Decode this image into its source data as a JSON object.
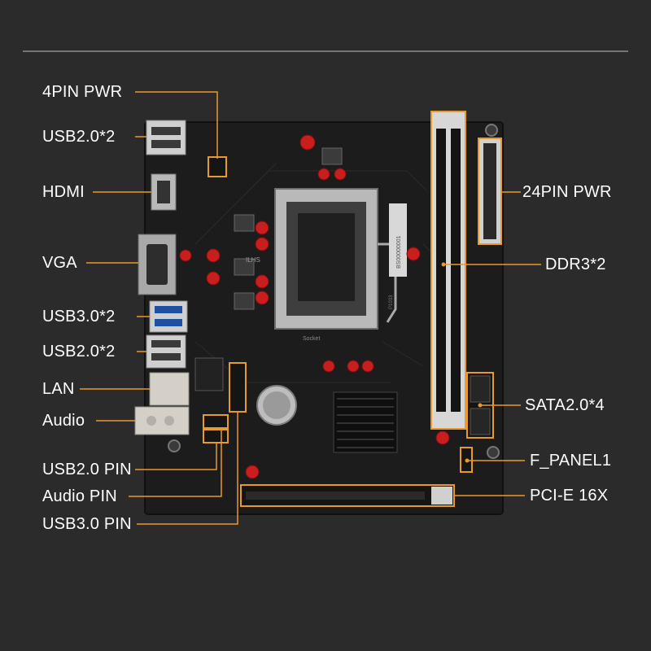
{
  "labels": {
    "pwr4": "4PIN PWR",
    "usb2_top": "USB2.0*2",
    "hdmi": "HDMI",
    "vga": "VGA",
    "usb3": "USB3.0*2",
    "usb2_mid": "USB2.0*2",
    "lan": "LAN",
    "audio": "Audio",
    "usb2_pin": "USB2.0 PIN",
    "audio_pin": "Audio PIN",
    "usb3_pin": "USB3.0  PIN",
    "pwr24": "24PIN PWR",
    "ddr3": "DDR3*2",
    "sata": "SATA2.0*4",
    "fpanel": "F_PANEL1",
    "pcie": "PCI-E  16X"
  },
  "board": {
    "cpu_socket_text": "Socket",
    "chip_text": "ILHS",
    "sticker_text": "BS00000001",
    "sticker_text2": "P1033"
  },
  "colors": {
    "background": "#2b2b2b",
    "pcb": "#1b1b1b",
    "accent": "#e89a2c",
    "text": "#ffffff"
  }
}
